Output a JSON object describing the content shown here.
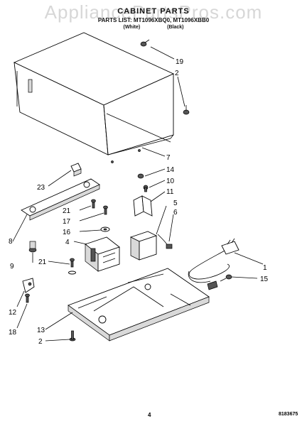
{
  "watermark": "AppliancePartsPros.com",
  "header": {
    "title": "CABINET PARTS",
    "parts_list_label": "PARTS LIST: MT1096XBQ0, MT1096XBB0",
    "variant_white": "(White)",
    "variant_black": "(Black)"
  },
  "callouts": [
    "19",
    "2",
    "7",
    "14",
    "10",
    "11",
    "5",
    "6",
    "23",
    "21",
    "17",
    "16",
    "8",
    "4",
    "9",
    "21",
    "1",
    "15",
    "12",
    "18",
    "13",
    "2"
  ],
  "footer": {
    "page_number": "4",
    "document_number": "8183675"
  }
}
